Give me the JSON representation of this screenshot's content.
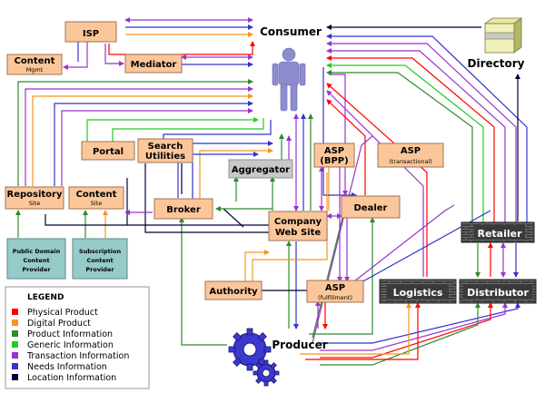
{
  "nodes": {
    "isp": "ISP",
    "consumer": "Consumer",
    "directory": "Directory",
    "content_mgmt": "Content",
    "content_mgmt_sub": "Mgmt",
    "mediator": "Mediator",
    "portal": "Portal",
    "search_utilities_1": "Search",
    "search_utilities_2": "Utilities",
    "aggregator": "Aggregator",
    "asp_bpp_1": "ASP",
    "asp_bpp_2": "(BPP)",
    "asp_trans_1": "ASP",
    "asp_trans_2": "(transactional)",
    "repository": "Repository",
    "repository_sub": "Site",
    "content_site": "Content",
    "content_site_sub": "Site",
    "broker": "Broker",
    "company_web_site_1": "Company",
    "company_web_site_2": "Web Site",
    "dealer": "Dealer",
    "retailer": "Retailer",
    "public_domain_1": "Public Domain",
    "public_domain_2": "Content",
    "public_domain_3": "Provider",
    "subscription_1": "Subscription",
    "subscription_2": "Content",
    "subscription_3": "Provider",
    "authority": "Authority",
    "asp_fulfill_1": "ASP",
    "asp_fulfill_2": "(fulfillment)",
    "logistics": "Logistics",
    "distributor": "Distributor",
    "producer": "Producer"
  },
  "legend": {
    "title": "LEGEND",
    "items": [
      {
        "label": "Physical Product",
        "color": "#ff0000"
      },
      {
        "label": "Digital Product",
        "color": "#f7941d"
      },
      {
        "label": "Product Information",
        "color": "#2e8b2e"
      },
      {
        "label": "Generic Information",
        "color": "#22cc22"
      },
      {
        "label": "Transaction Information",
        "color": "#9933cc"
      },
      {
        "label": "Needs Information",
        "color": "#3333cc"
      },
      {
        "label": "Location Information",
        "color": "#000033"
      }
    ]
  },
  "colors": {
    "physical": "#ff0000",
    "digital": "#f7941d",
    "product_info": "#2e8b2e",
    "generic_info": "#22cc22",
    "transaction": "#9933cc",
    "needs": "#3333cc",
    "location": "#000033",
    "node_orange": "#fbc79a",
    "node_teal": "#96cbc9",
    "node_grey": "#c8c8c8",
    "node_dark": "#3a3a3a"
  },
  "icons": {
    "consumer": "person-icon",
    "directory": "folder-stack-icon",
    "producer": "gears-icon",
    "retailer": "brick-wall-icon",
    "logistics": "brick-wall-icon",
    "distributor": "brick-wall-icon"
  }
}
